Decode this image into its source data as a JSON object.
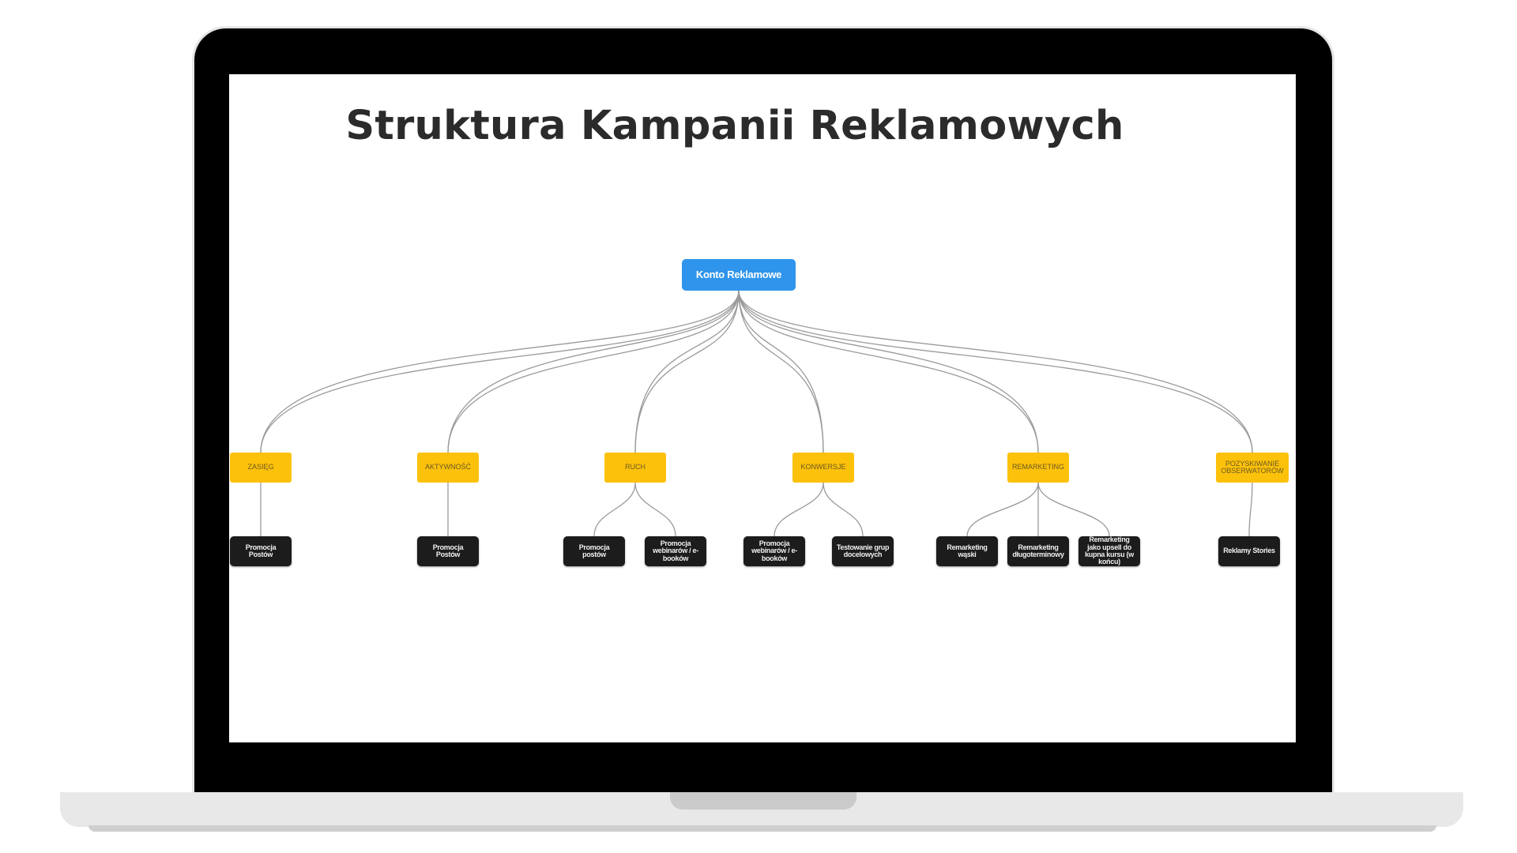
{
  "page": {
    "title": "Struktura Kampanii Reklamowych"
  },
  "diagram": {
    "root": {
      "label": "Konto Reklamowe"
    },
    "categories": [
      {
        "label": "ZASIĘG"
      },
      {
        "label": "AKTYWNOŚĆ"
      },
      {
        "label": "RUCH"
      },
      {
        "label": "KONWERSJE"
      },
      {
        "label": "REMARKETING"
      },
      {
        "label": "POZYSKIWANIE OBSERWATORÓW"
      }
    ],
    "leaves": [
      {
        "label": "Promocja Postów",
        "parent": 0
      },
      {
        "label": "Promocja Postów",
        "parent": 1
      },
      {
        "label": "Promocja postów",
        "parent": 2
      },
      {
        "label": "Promocja webinarów / e-booków",
        "parent": 2
      },
      {
        "label": "Promocja webinarów / e-booków",
        "parent": 3
      },
      {
        "label": "Testowanie grup docelowych",
        "parent": 3
      },
      {
        "label": "Remarketing wąski",
        "parent": 4
      },
      {
        "label": "Remarketing długoterminowy",
        "parent": 4
      },
      {
        "label": "Remarketing jako upsell do kupna kursu (w końcu)",
        "parent": 4
      },
      {
        "label": "Reklamy Stories",
        "parent": 5
      }
    ],
    "colors": {
      "root": "#2f95ec",
      "category": "#fcc10b",
      "leaf": "#1c1c1c",
      "edge": "#9a9a9a"
    }
  }
}
